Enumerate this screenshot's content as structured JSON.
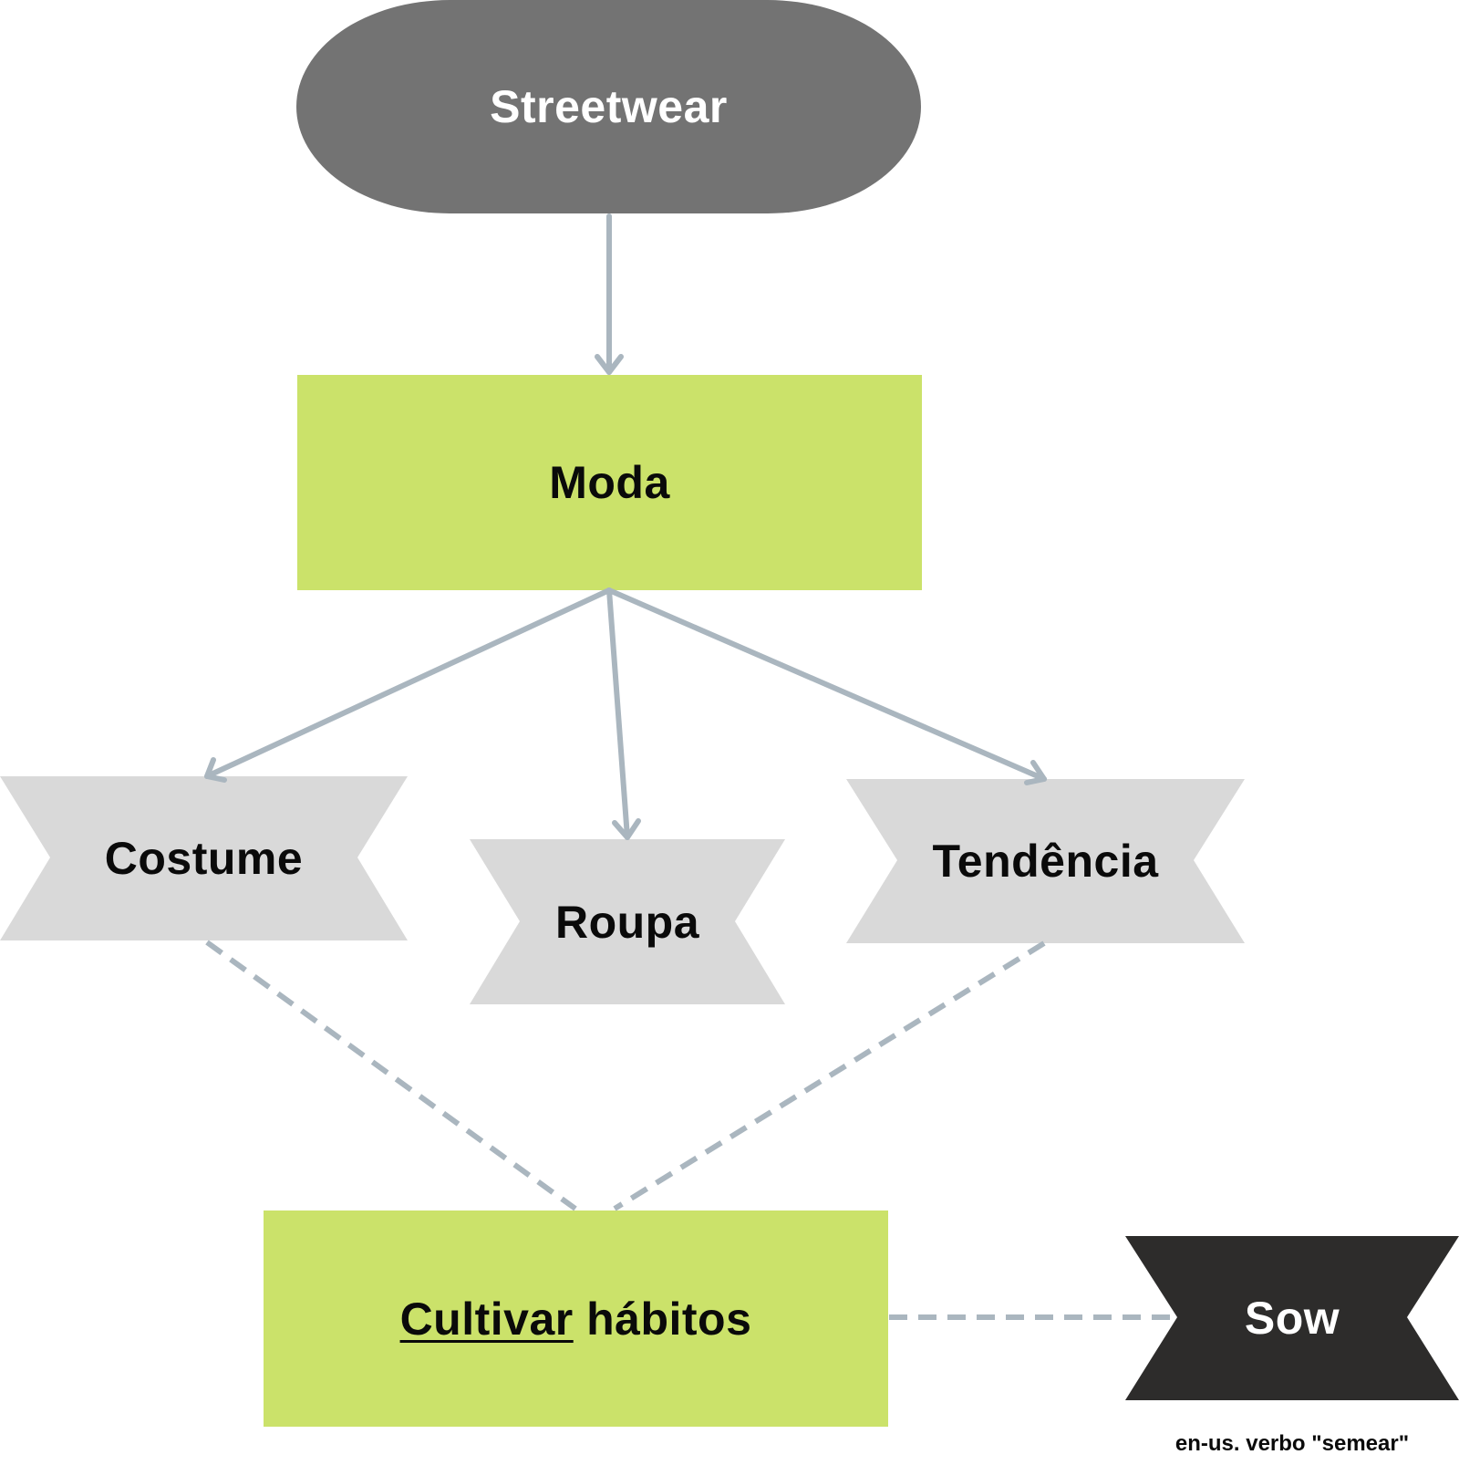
{
  "diagram": {
    "colors": {
      "terminal": "#737373",
      "process": "#cbe26a",
      "ribbon": "#d9d9d9",
      "ribbon_dark": "#2d2c2b",
      "connector": "#aab6bf",
      "text_dark": "#0a0a0a",
      "text_light": "#ffffff"
    },
    "nodes": {
      "streetwear": {
        "label": "Streetwear",
        "shape": "terminal"
      },
      "moda": {
        "label": "Moda",
        "shape": "process"
      },
      "costume": {
        "label": "Costume",
        "shape": "ribbon"
      },
      "roupa": {
        "label": "Roupa",
        "shape": "ribbon"
      },
      "tendencia": {
        "label": "Tendência",
        "shape": "ribbon"
      },
      "cultivar": {
        "label_underlined": "Cultivar",
        "label_rest": " hábitos",
        "shape": "process"
      },
      "sow": {
        "label": "Sow",
        "shape": "ribbon-dark"
      }
    },
    "caption": "en-us. verbo \"semear\"",
    "edges": [
      {
        "from": "streetwear",
        "to": "moda",
        "style": "solid-arrow"
      },
      {
        "from": "moda",
        "to": "costume",
        "style": "solid-arrow"
      },
      {
        "from": "moda",
        "to": "roupa",
        "style": "solid-arrow"
      },
      {
        "from": "moda",
        "to": "tendencia",
        "style": "solid-arrow"
      },
      {
        "from": "costume",
        "to": "cultivar",
        "style": "dashed"
      },
      {
        "from": "tendencia",
        "to": "cultivar",
        "style": "dashed"
      },
      {
        "from": "cultivar",
        "to": "sow",
        "style": "dashed"
      }
    ]
  }
}
